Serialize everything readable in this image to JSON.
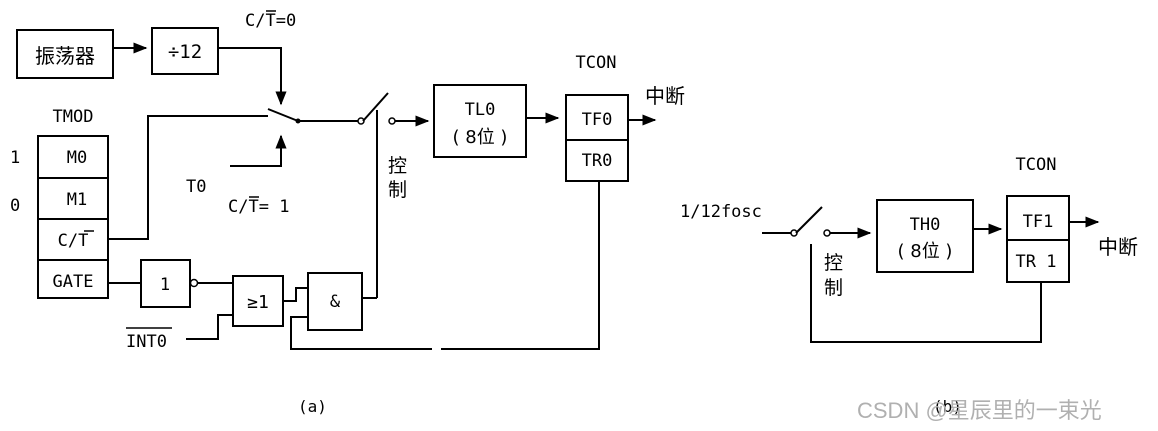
{
  "diagram_a": {
    "oscillator": "振荡器",
    "divider": "÷12",
    "ct0_prefix": "C/",
    "ct0_bar": "T",
    "ct0_suffix": "=0",
    "ct1_prefix": "C/",
    "ct1_bar": "T",
    "ct1_suffix": "= 1",
    "t0_pin": "T0",
    "tmod_title": "TMOD",
    "tmod_rows": [
      "M0",
      "M1",
      "C/T",
      "GATE"
    ],
    "tmod_bit_m0": "1",
    "tmod_bit_m1": "0",
    "not_gate": "1",
    "or_gate": "≥1",
    "and_gate": "&",
    "int0_pin": "INT0",
    "control": "控制",
    "counter_name": "TL0",
    "counter_size": "( 8位 )",
    "tcon_title": "TCON",
    "tcon_flag": "TF0",
    "tcon_run": "TR0",
    "interrupt": "中断",
    "caption": "(a)"
  },
  "diagram_b": {
    "input": "1/12fosc",
    "control": "控制",
    "counter_name": "TH0",
    "counter_size": "( 8位 )",
    "tcon_title": "TCON",
    "tcon_flag": "TF1",
    "tcon_run": "TR 1",
    "interrupt": "中断",
    "caption": "(b)"
  },
  "watermark": "CSDN @星辰里的一束光"
}
